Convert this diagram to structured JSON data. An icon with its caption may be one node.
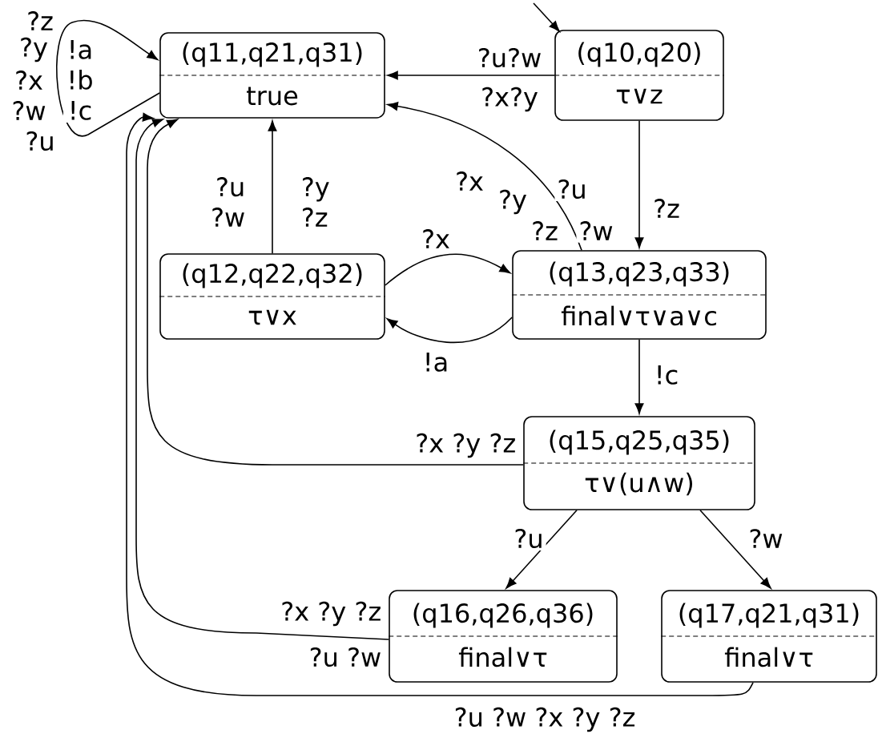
{
  "diagram": {
    "nodes": [
      {
        "text": [
          "(q11,q21,q31)",
          "true"
        ]
      },
      {
        "text": [
          "(q10,q20)",
          "τ∨z"
        ]
      },
      {
        "text": [
          "(q12,q22,q32)",
          "τ∨x"
        ]
      },
      {
        "text": [
          "(q13,q23,q33)",
          "final∨τ∨a∨c"
        ]
      },
      {
        "text": [
          "(q15,q25,q35)",
          "τ∨(u∧w)"
        ]
      },
      {
        "text": [
          "(q16,q26,q36)",
          "final∨τ"
        ]
      },
      {
        "text": [
          "(q17,q21,q31)",
          "final∨τ"
        ]
      }
    ],
    "edges": [
      {
        "from": null,
        "to": 1,
        "arrow": "to"
      },
      {
        "from": 0,
        "to": 0,
        "arrow": "to",
        "label": "!a !b !c"
      },
      {
        "from": 1,
        "to": 0,
        "arrow": "to",
        "label": "?u?w"
      },
      {
        "from": 1,
        "to": 3,
        "arrow": "to",
        "label": "?z"
      },
      {
        "from": 2,
        "to": 0,
        "arrow": "to",
        "label": "?u ?w"
      },
      {
        "from": 2,
        "to": 3,
        "arrow": "to",
        "label": "?x"
      },
      {
        "from": 3,
        "to": 2,
        "arrow": "to",
        "label": "!a"
      },
      {
        "from": 3,
        "to": 0,
        "arrow": "to",
        "label": "?x"
      },
      {
        "from": 3,
        "to": 4,
        "arrow": "to",
        "label": "!c"
      },
      {
        "from": 4,
        "to": 0,
        "arrow": "to",
        "label": "?x ?y ?z"
      },
      {
        "from": 4,
        "to": 5,
        "arrow": "to",
        "label": "?u"
      },
      {
        "from": 4,
        "to": 6,
        "arrow": "to",
        "label": "?w"
      },
      {
        "from": 5,
        "to": 0,
        "arrow": "to",
        "label": "?x ?y ?z"
      },
      {
        "from": 6,
        "to": 0,
        "arrow": "to",
        "label": "?u ?w ?x ?y ?z"
      }
    ],
    "labels": [
      "?z",
      "?y",
      "?x",
      "?w",
      "?u",
      "?x?y",
      "?y ?z",
      "?y",
      "?u",
      "?z",
      "?w",
      "?u ?w"
    ]
  }
}
